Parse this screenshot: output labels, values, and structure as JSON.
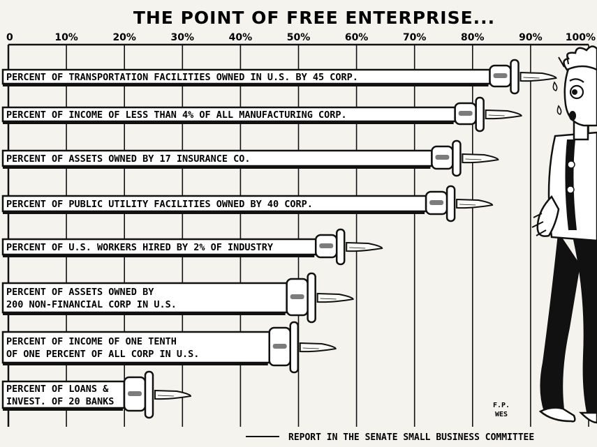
{
  "chart_data": {
    "type": "bar",
    "orientation": "horizontal",
    "title": "THE POINT OF FREE ENTERPRISE...",
    "xlim": [
      0,
      100
    ],
    "x_ticks": [
      "0",
      "10%",
      "20%",
      "30%",
      "40%",
      "50%",
      "60%",
      "70%",
      "80%",
      "90%",
      "100%"
    ],
    "grid": true,
    "categories": [
      [
        "PERCENT OF TRANSPORTATION FACILITIES OWNED IN U.S. BY 45 CORP."
      ],
      [
        "PERCENT OF INCOME OF LESS THAN 4% OF ALL MANUFACTURING CORP."
      ],
      [
        "PERCENT OF ASSETS OWNED BY 17 INSURANCE CO."
      ],
      [
        "PERCENT OF PUBLIC UTILITY FACILITIES OWNED BY 40 CORP."
      ],
      [
        "PERCENT OF U.S. WORKERS HIRED BY 2% OF INDUSTRY"
      ],
      [
        "PERCENT OF ASSETS OWNED BY",
        "200 NON-FINANCIAL CORP IN U.S."
      ],
      [
        "PERCENT OF INCOME OF ONE TENTH",
        "OF ONE PERCENT OF ALL CORP IN U.S."
      ],
      [
        "PERCENT OF LOANS &",
        "INVEST. OF 20 BANKS"
      ]
    ],
    "values": [
      92,
      86,
      82,
      81,
      62,
      57,
      54,
      29
    ],
    "source": "REPORT IN THE SENATE SMALL BUSINESS COMMITTEE",
    "artist_signature": [
      "F.P.",
      "WES"
    ]
  },
  "colors": {
    "ink": "#111111",
    "paper": "#f4f3ee",
    "bar_fill": "#ffffff",
    "blade": "#fbfbf7"
  }
}
